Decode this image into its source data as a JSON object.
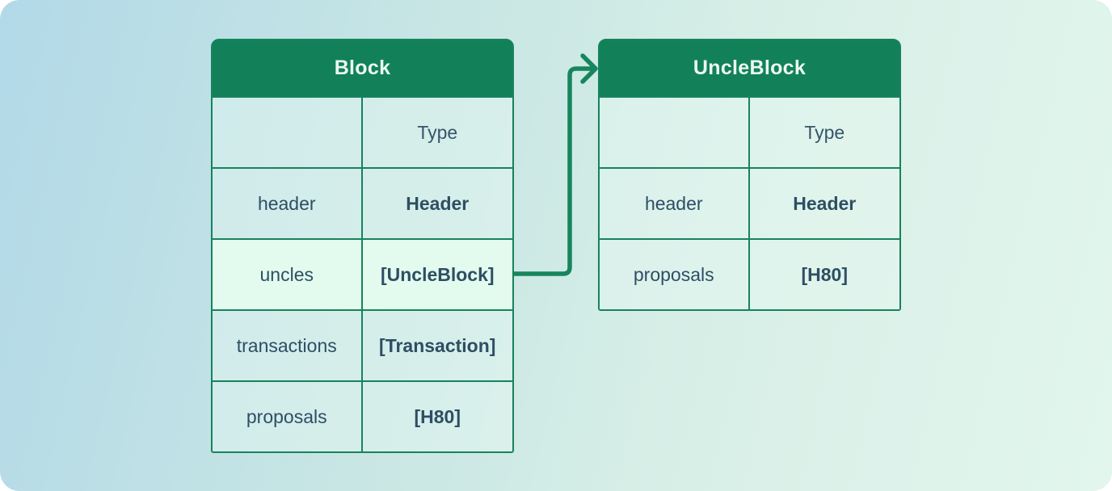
{
  "diagram": {
    "tables": [
      {
        "title": "Block",
        "rows": [
          {
            "field": "",
            "type": "Type"
          },
          {
            "field": "header",
            "type": "Header"
          },
          {
            "field": "uncles",
            "type": "[UncleBlock]",
            "highlighted": true
          },
          {
            "field": "transactions",
            "type": "[Transaction]"
          },
          {
            "field": "proposals",
            "type": "[H80]"
          }
        ]
      },
      {
        "title": "UncleBlock",
        "rows": [
          {
            "field": "",
            "type": "Type"
          },
          {
            "field": "header",
            "type": "Header"
          },
          {
            "field": "proposals",
            "type": "[H80]"
          }
        ]
      }
    ],
    "connector": {
      "from": "Block.uncles",
      "to": "UncleBlock"
    },
    "colors": {
      "header_green": "#12815a",
      "border_green": "#17835c",
      "arrow_green": "#17855d",
      "text": "#2e4e64",
      "title_text": "#ecf8f2",
      "highlight_row": "#e2fbee",
      "background_left": "#b2d9e8",
      "background_right": "#e2f6ed"
    }
  }
}
